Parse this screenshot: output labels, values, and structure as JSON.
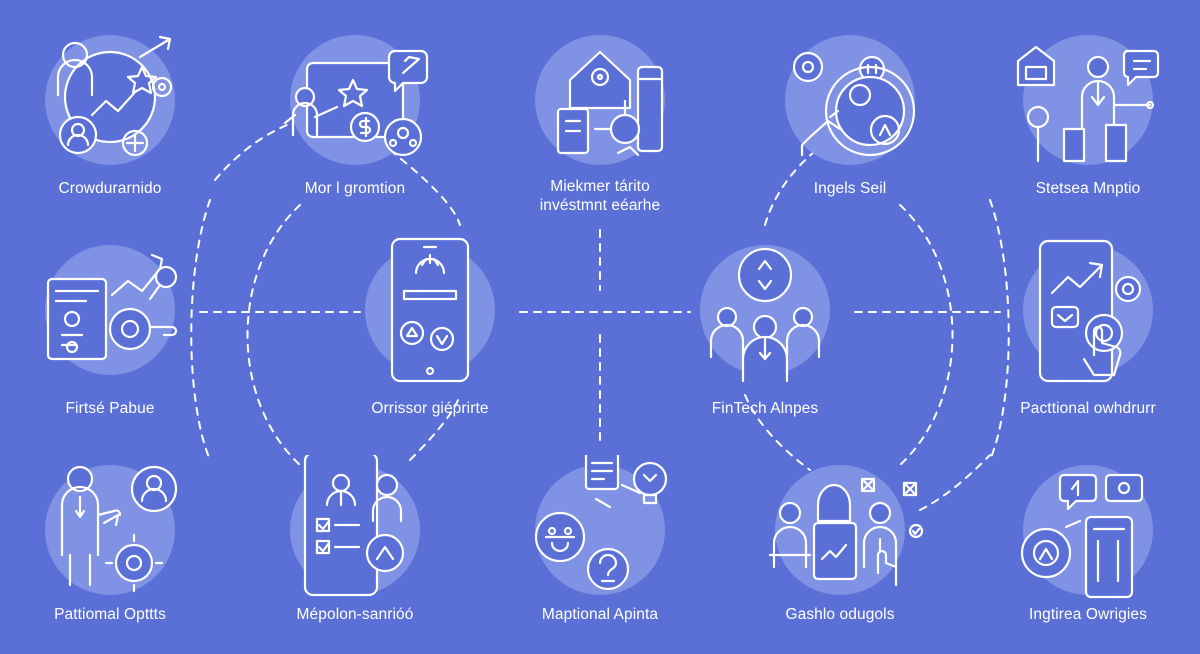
{
  "colors": {
    "background": "#5a70d6",
    "icon_circle": "#7f92e4",
    "icon_stroke": "#ffffff",
    "icon_fill": "#5a70d6",
    "connector": "#ffffff"
  },
  "items": [
    {
      "id": "crowdfunding",
      "label": "Crowdurarnido",
      "icon": "crowdfunding-icon"
    },
    {
      "id": "promotion",
      "label": "Mor l gromtion",
      "icon": "promotion-icon"
    },
    {
      "id": "investment",
      "label": "Miekmer tárito\ninvéstmnt eéarhe",
      "icon": "investment-icon"
    },
    {
      "id": "angels",
      "label": "Ingels Seil",
      "icon": "angels-icon"
    },
    {
      "id": "statistics",
      "label": "Stetsea Mnptio",
      "icon": "presenter-icon"
    },
    {
      "id": "first-public",
      "label": "Firtsé Pabue",
      "icon": "first-public-icon"
    },
    {
      "id": "mobile-center",
      "label": "Orrissor giéprirte",
      "icon": "mobile-app-icon"
    },
    {
      "id": "fintech",
      "label": "FinTech Alnpes",
      "icon": "fintech-team-icon"
    },
    {
      "id": "practical",
      "label": "Pacttional owhdrurr",
      "icon": "mobile-touch-icon"
    },
    {
      "id": "options",
      "label": "Pattiomal Opttts",
      "icon": "businessman-icon"
    },
    {
      "id": "mobile-survey",
      "label": "Mépolon-sanrióó",
      "icon": "mobile-checklist-icon"
    },
    {
      "id": "maptional",
      "label": "Maptional Apinta",
      "icon": "idea-icon"
    },
    {
      "id": "gashlo",
      "label": "Gashlo odugols",
      "icon": "team-woman-icon"
    },
    {
      "id": "integration",
      "label": "Ingtirea Owrigies",
      "icon": "integration-icon"
    }
  ]
}
